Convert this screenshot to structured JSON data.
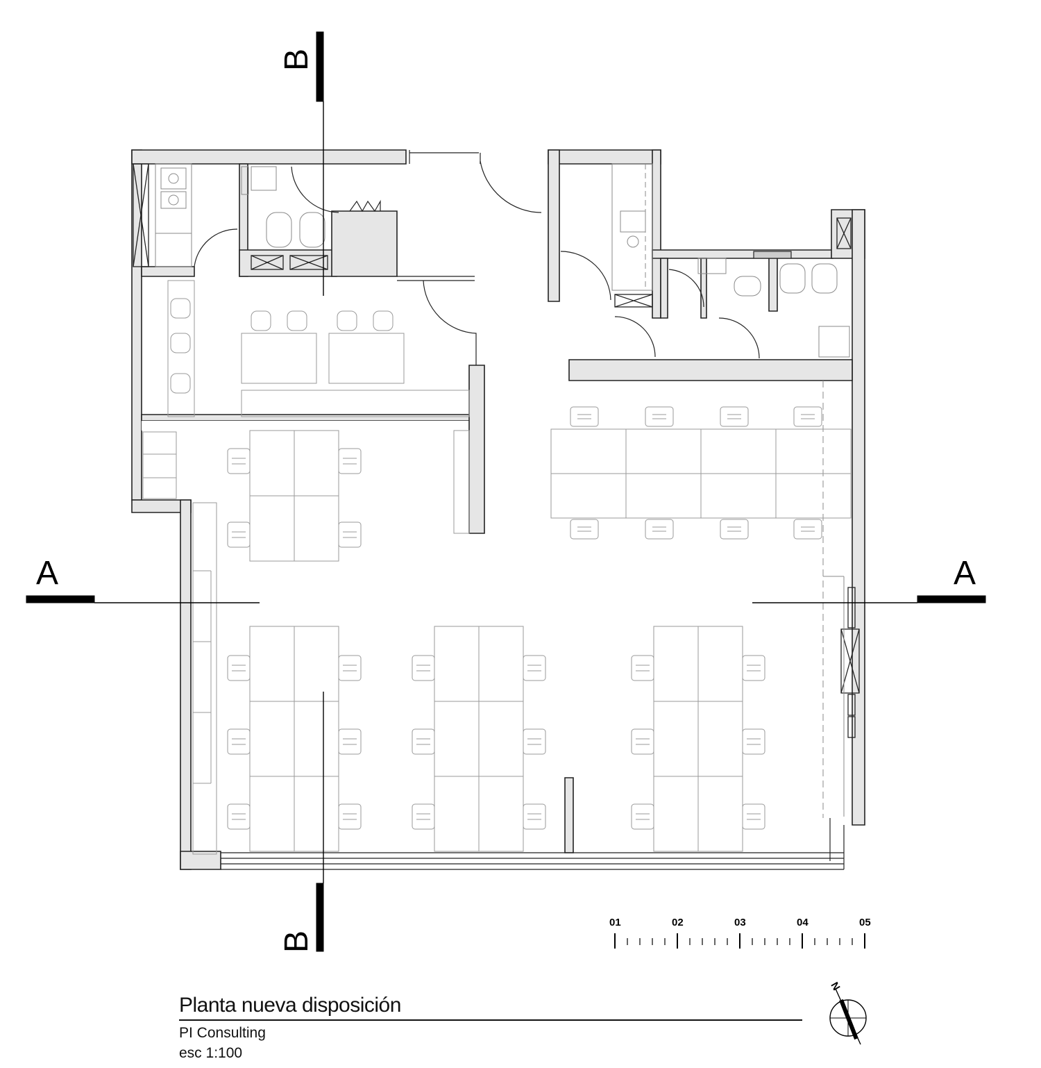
{
  "drawing": {
    "title": "Planta nueva disposición",
    "subtitle": "PI Consulting",
    "scale": "esc 1:100"
  },
  "section_marks": {
    "a_left": "A",
    "a_right": "A",
    "b_top": "B",
    "b_bottom": "B"
  },
  "scale_bar": {
    "labels": [
      "01",
      "02",
      "03",
      "04",
      "05"
    ]
  },
  "north_arrow": {
    "letter": "N"
  },
  "colors": {
    "wall_fill": "#e6e6e6",
    "line": "#222222",
    "furniture_line": "#9a9a9a"
  }
}
